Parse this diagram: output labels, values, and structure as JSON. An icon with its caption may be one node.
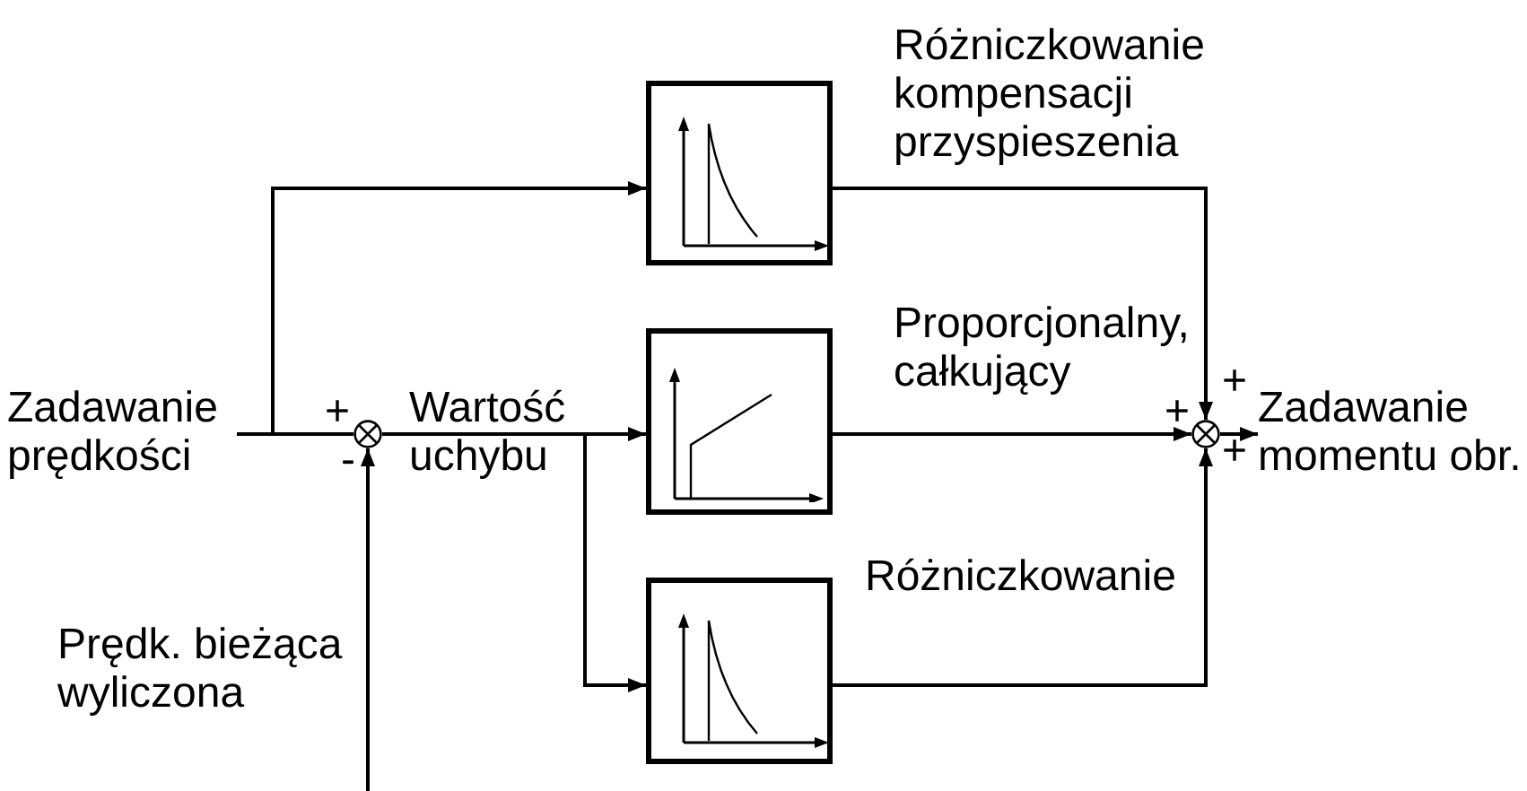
{
  "diagram": {
    "nodes": [
      {
        "text": [
          "Zadawanie prędkości"
        ]
      },
      {
        "text": [],
        "shape": "circle"
      },
      {
        "text": [],
        "shape": "box",
        "beside": [
          "Różniczkowanie kompensacji przyspieszenia"
        ]
      },
      {
        "text": [],
        "shape": "box"
      },
      {
        "text": [],
        "shape": "box",
        "beside": [
          "Różniczkowanie"
        ]
      },
      {
        "text": [],
        "shape": "circle"
      },
      {
        "text": [
          "Zadawanie momentu obr."
        ]
      }
    ],
    "edges": [
      {
        "from": 0,
        "to": 1,
        "arrow": "none"
      },
      {
        "from": 0,
        "to": 2,
        "arrow": "to"
      },
      {
        "from": null,
        "to": 1,
        "arrow": "to"
      },
      {
        "from": 1,
        "to": 3,
        "arrow": "to"
      },
      {
        "from": 1,
        "to": 4,
        "arrow": "to"
      },
      {
        "from": 2,
        "to": 5,
        "arrow": "to"
      },
      {
        "from": 3,
        "to": 5,
        "arrow": "to"
      },
      {
        "from": 4,
        "to": 5,
        "arrow": "to"
      },
      {
        "from": 5,
        "to": 6,
        "arrow": "to"
      }
    ],
    "labels": [
      "Proporcjonalny, całkujący",
      "+",
      "+",
      "Wartość uchybu",
      "+",
      "-",
      "+",
      "Prędk. bieżąca wyliczona"
    ]
  }
}
